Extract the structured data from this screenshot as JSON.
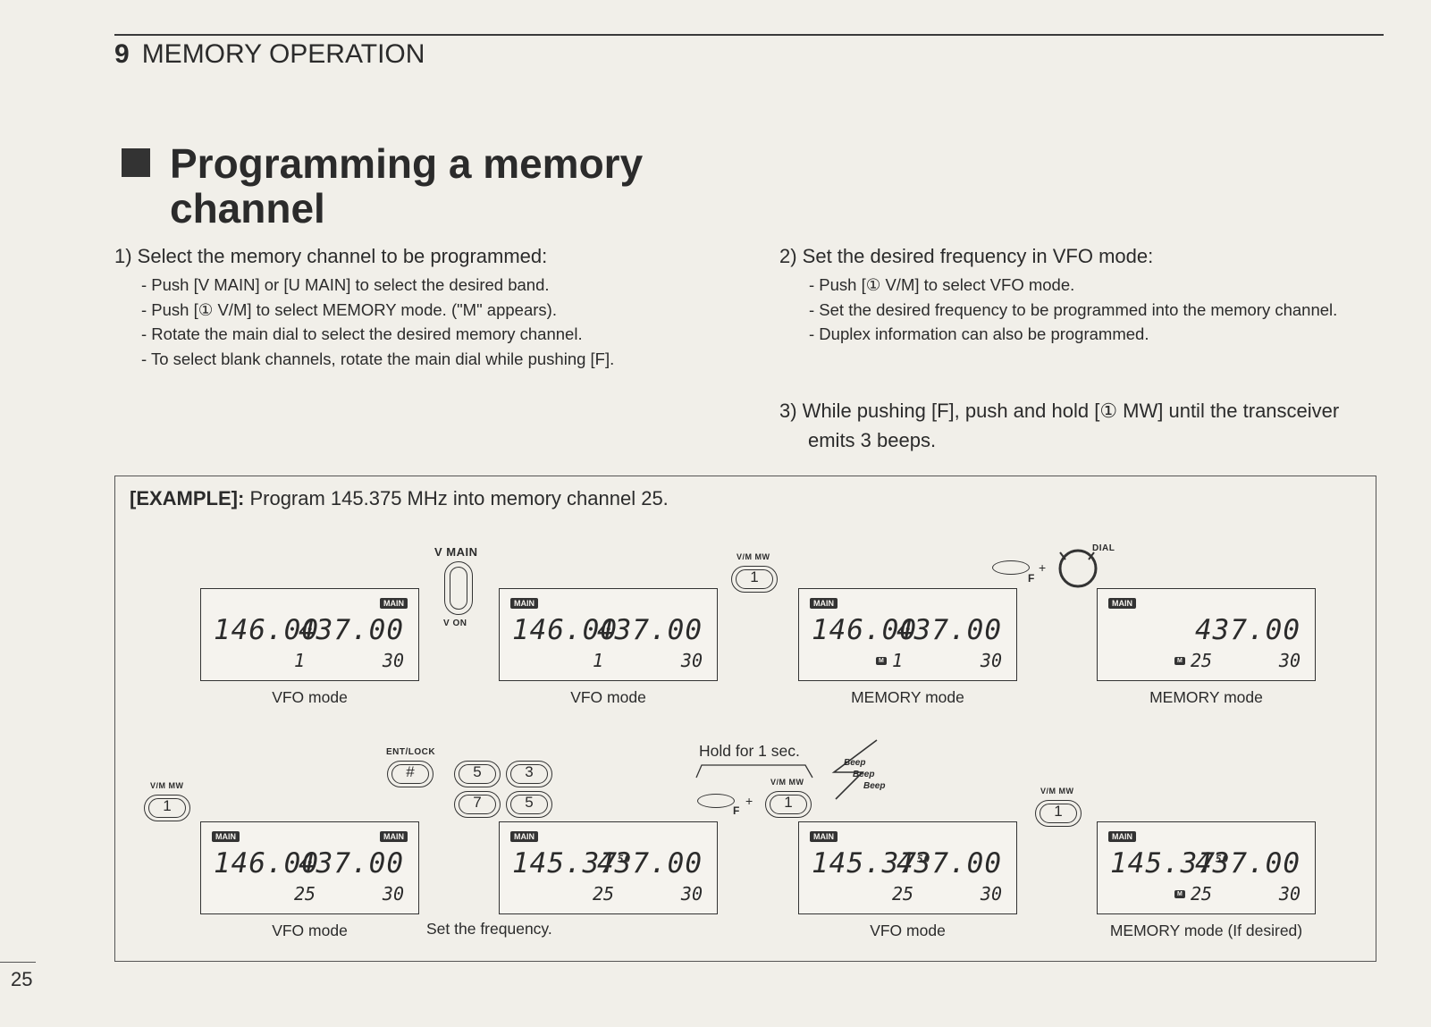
{
  "header": {
    "chapter_number": "9",
    "chapter_title": "MEMORY OPERATION"
  },
  "section_title": "Programming a memory channel",
  "steps": {
    "step1": {
      "title": "1) Select the memory channel to be programmed:",
      "bullets": [
        "- Push [V MAIN] or [U MAIN] to select the desired band.",
        "- Push [① V/M] to select MEMORY mode.   (\"M\" appears).",
        "- Rotate the main dial to select the desired memory channel.",
        "- To select blank channels, rotate the main dial while pushing [F]."
      ]
    },
    "step2": {
      "title": "2) Set the desired frequency in VFO mode:",
      "bullets": [
        "- Push [① V/M] to select VFO mode.",
        "- Set the desired frequency to be programmed into the memory channel.",
        "- Duplex information can also be programmed."
      ]
    },
    "step3": {
      "title": "3) While pushing [F], push and hold [① MW] until the transceiver emits 3 beeps."
    }
  },
  "example": {
    "label": "[EXAMPLE]:",
    "text": "Program 145.375 MHz into memory channel 25.",
    "keys": {
      "vmain_label": "V MAIN",
      "von_label": "V ON",
      "vm_mw_label": "V/M MW",
      "ent_lock_label": "ENT/LOCK",
      "dial_label": "DIAL",
      "f_label": "F",
      "plus": "+",
      "key_1": "1",
      "key_hash": "#",
      "key_5": "5",
      "key_3": "3",
      "key_7": "7",
      "beep": "Beep"
    },
    "notes": {
      "hold": "Hold for 1 sec.",
      "set_freq": "Set the frequency."
    },
    "displays": [
      {
        "badge_left": "",
        "badge_right": "MAIN",
        "freq_left": "146.00",
        "freq_right": "437.00",
        "m_icon": "",
        "ch_left": "1",
        "ch_right": "30",
        "caption": "VFO mode"
      },
      {
        "badge_left": "MAIN",
        "badge_right": "",
        "freq_left": "146.00",
        "freq_right": "437.00",
        "m_icon": "",
        "ch_left": "1",
        "ch_right": "30",
        "caption": "VFO mode"
      },
      {
        "badge_left": "MAIN",
        "badge_right": "",
        "freq_left": "146.00",
        "freq_right": "437.00",
        "m_icon": "M",
        "ch_left": "1",
        "ch_right": "30",
        "caption": "MEMORY mode"
      },
      {
        "badge_left": "MAIN",
        "badge_right": "",
        "freq_left": "",
        "freq_right": "437.00",
        "m_icon": "M",
        "ch_left": "25",
        "ch_right": "30",
        "caption": "MEMORY mode"
      },
      {
        "badge_left": "MAIN",
        "badge_right": "MAIN",
        "freq_left": "146.00",
        "freq_right": "437.00",
        "m_icon": "",
        "ch_left": "25",
        "ch_right": "30",
        "caption": "VFO mode"
      },
      {
        "badge_left": "MAIN",
        "badge_right": "",
        "freq_left": "145.37",
        "freq_sub": "50",
        "freq_right": "437.00",
        "m_icon": "",
        "ch_left": "25",
        "ch_right": "30",
        "caption": ""
      },
      {
        "badge_left": "MAIN",
        "badge_right": "",
        "freq_left": "145.37",
        "freq_sub": "50",
        "freq_right": "437.00",
        "m_icon": "",
        "ch_left": "25",
        "ch_right": "30",
        "caption": "VFO mode"
      },
      {
        "badge_left": "MAIN",
        "badge_right": "",
        "freq_left": "145.37",
        "freq_sub": "50",
        "freq_right": "437.00",
        "m_icon": "M",
        "ch_left": "25",
        "ch_right": "30",
        "caption": "MEMORY mode  (If desired)"
      }
    ]
  },
  "page_number": "25"
}
